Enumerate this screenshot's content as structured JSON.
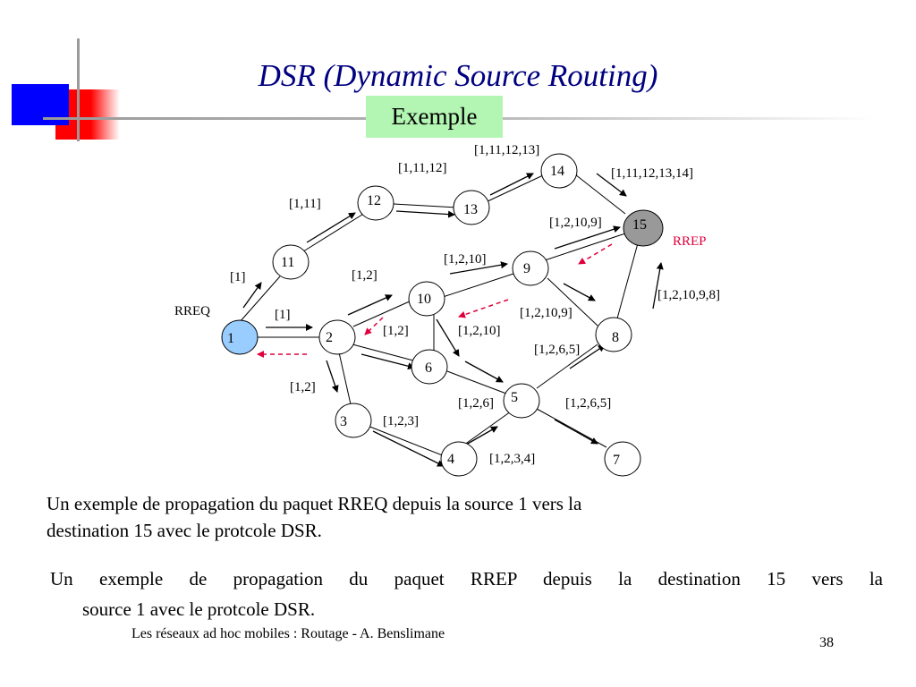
{
  "slide": {
    "title": "DSR (Dynamic Source Routing)",
    "subtitle": "Exemple",
    "footer": "Les réseaux ad hoc mobiles : Routage     -   A. Benslimane",
    "page_number": "38",
    "paragraph1_line1": "Un exemple de propagation du paquet RREQ depuis la source 1 vers la",
    "paragraph1_line2": "destination 15 avec le protcole DSR.",
    "paragraph2_line1": "Un exemple de propagation du paquet RREP depuis la destination 15 vers la",
    "paragraph2_line2": "source 1 avec le protcole DSR."
  },
  "colors": {
    "title": "#000080",
    "subtitle_bg": "#b3f5b3",
    "source_node": "#99ccff",
    "destination_node": "#999999",
    "rrep": "#e0003c",
    "deco_blue": "#0000ff",
    "deco_red": "#ff0000"
  },
  "diagram": {
    "nodes": [
      {
        "id": "1",
        "role": "source"
      },
      {
        "id": "2"
      },
      {
        "id": "3"
      },
      {
        "id": "4"
      },
      {
        "id": "5"
      },
      {
        "id": "6"
      },
      {
        "id": "7"
      },
      {
        "id": "8"
      },
      {
        "id": "9"
      },
      {
        "id": "10"
      },
      {
        "id": "11"
      },
      {
        "id": "12"
      },
      {
        "id": "13"
      },
      {
        "id": "14"
      },
      {
        "id": "15",
        "role": "destination"
      }
    ],
    "rreq_label": "RREQ",
    "rrep_label": "RREP",
    "route_labels": [
      "[1]",
      "[1]",
      "[1,11]",
      "[1,11,12]",
      "[1,11,12,13]",
      "[1,11,12,13,14]",
      "[1,2]",
      "[1,2]",
      "[1,2]",
      "[1,2,10]",
      "[1,2,10]",
      "[1,2,10,9]",
      "[1,2,10,9]",
      "[1,2,10,9,8]",
      "[1,2,6,5]",
      "[1,2,6]",
      "[1,2,6,5]",
      "[1,2,3]",
      "[1,2,3,4]"
    ]
  }
}
